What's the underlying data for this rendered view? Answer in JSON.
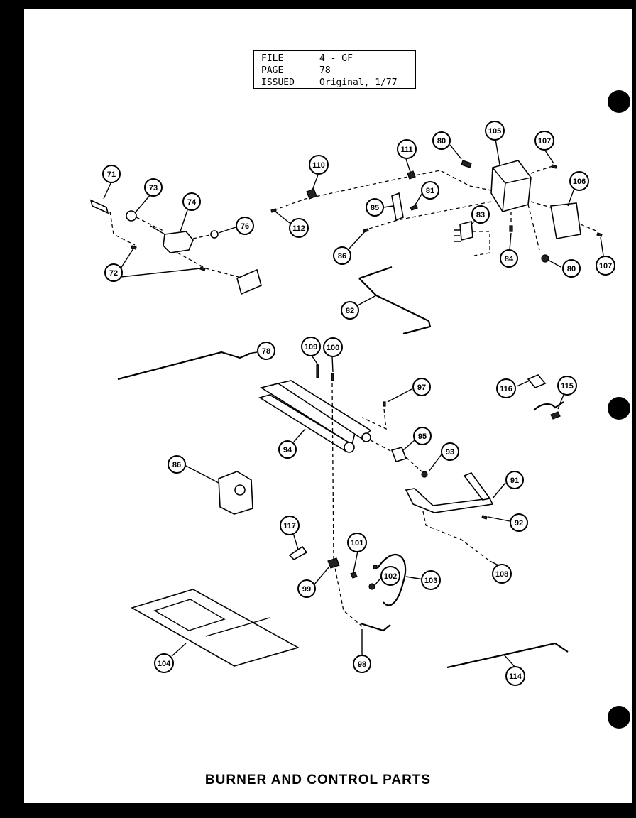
{
  "header": {
    "file_label": "FILE",
    "file_value": "4 - GF",
    "page_label": "PAGE",
    "page_value": "78",
    "issued_label": "ISSUED",
    "issued_value": "Original, 1/77"
  },
  "title": "BURNER AND CONTROL PARTS",
  "callouts": [
    {
      "id": "c71",
      "label": "71"
    },
    {
      "id": "c72",
      "label": "72"
    },
    {
      "id": "c73",
      "label": "73"
    },
    {
      "id": "c74",
      "label": "74"
    },
    {
      "id": "c76",
      "label": "76"
    },
    {
      "id": "c78",
      "label": "78"
    },
    {
      "id": "c80a",
      "label": "80"
    },
    {
      "id": "c80b",
      "label": "80"
    },
    {
      "id": "c81",
      "label": "81"
    },
    {
      "id": "c82",
      "label": "82"
    },
    {
      "id": "c83",
      "label": "83"
    },
    {
      "id": "c84",
      "label": "84"
    },
    {
      "id": "c85",
      "label": "85"
    },
    {
      "id": "c86a",
      "label": "86"
    },
    {
      "id": "c86b",
      "label": "86"
    },
    {
      "id": "c91",
      "label": "91"
    },
    {
      "id": "c92",
      "label": "92"
    },
    {
      "id": "c93",
      "label": "93"
    },
    {
      "id": "c94",
      "label": "94"
    },
    {
      "id": "c95",
      "label": "95"
    },
    {
      "id": "c97",
      "label": "97"
    },
    {
      "id": "c98",
      "label": "98"
    },
    {
      "id": "c99",
      "label": "99"
    },
    {
      "id": "c100",
      "label": "100"
    },
    {
      "id": "c101",
      "label": "101"
    },
    {
      "id": "c102",
      "label": "102"
    },
    {
      "id": "c103",
      "label": "103"
    },
    {
      "id": "c104",
      "label": "104"
    },
    {
      "id": "c105",
      "label": "105"
    },
    {
      "id": "c106",
      "label": "106"
    },
    {
      "id": "c107a",
      "label": "107"
    },
    {
      "id": "c107b",
      "label": "107"
    },
    {
      "id": "c108",
      "label": "108"
    },
    {
      "id": "c109",
      "label": "109"
    },
    {
      "id": "c110",
      "label": "110"
    },
    {
      "id": "c111",
      "label": "111"
    },
    {
      "id": "c112",
      "label": "112"
    },
    {
      "id": "c114",
      "label": "114"
    },
    {
      "id": "c115",
      "label": "115"
    },
    {
      "id": "c116",
      "label": "116"
    },
    {
      "id": "c117",
      "label": "117"
    }
  ]
}
